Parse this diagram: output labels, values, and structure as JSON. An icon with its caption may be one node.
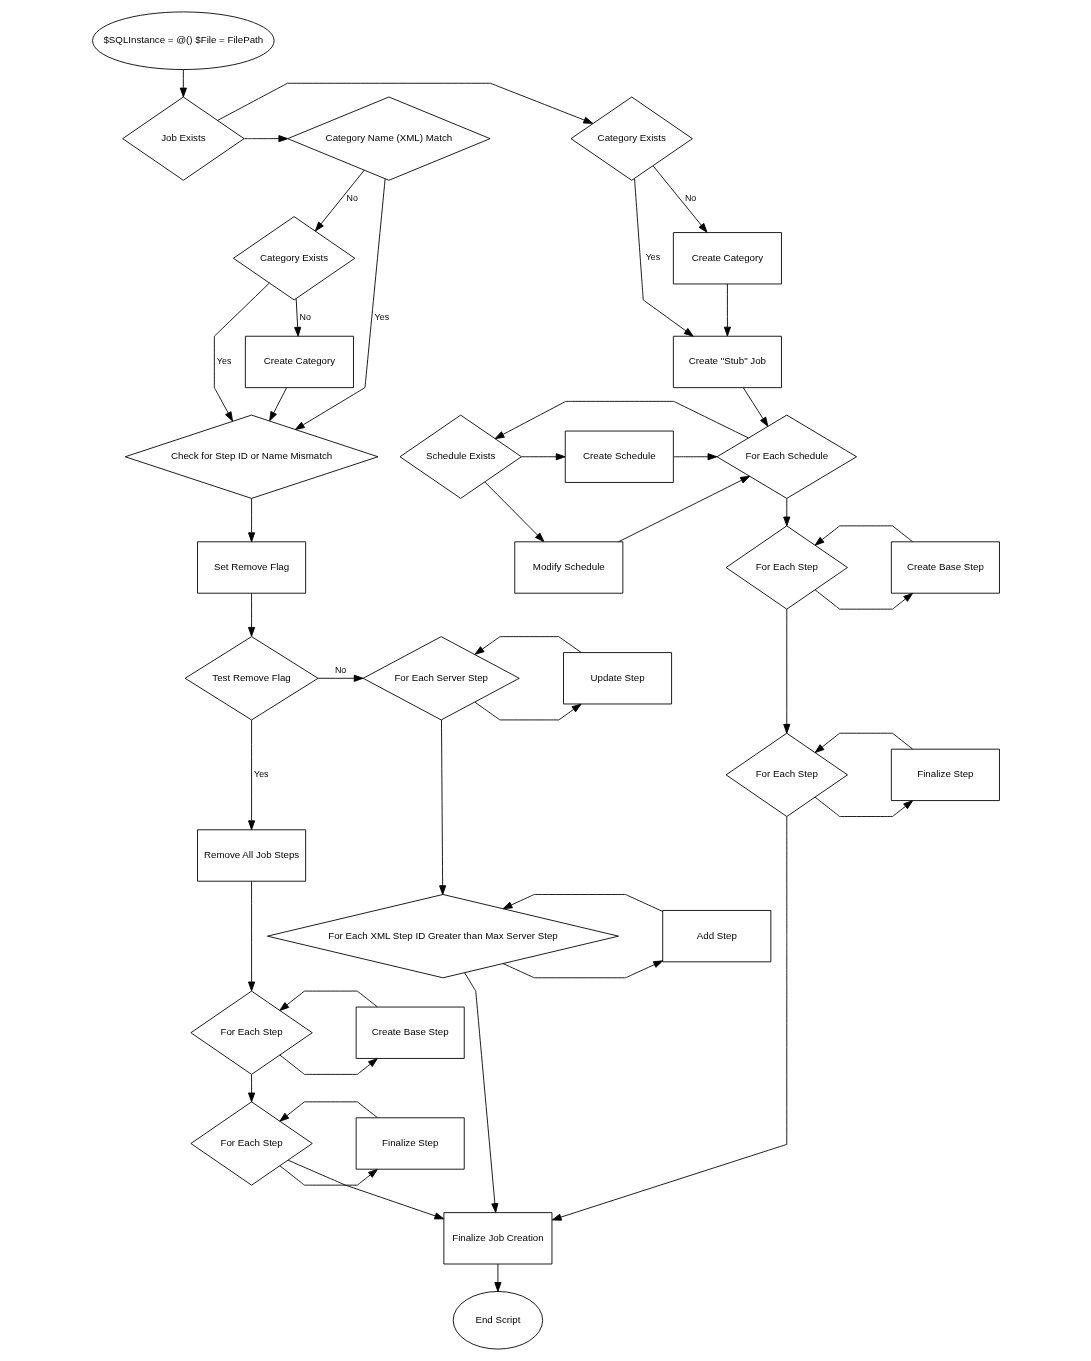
{
  "diagram": {
    "nodes": [
      {
        "text": [
          "$SQLInstance = @() $File = FilePath"
        ]
      },
      {
        "text": [
          "Job Exists"
        ]
      },
      {
        "text": [
          "Category Name (XML) Match"
        ]
      },
      {
        "text": [
          "Category Exists"
        ]
      },
      {
        "text": [
          "Create Category"
        ]
      },
      {
        "text": [
          "Category Exists"
        ]
      },
      {
        "text": [
          "Create Category"
        ]
      },
      {
        "text": [
          "Check for Step ID or Name Mismatch"
        ]
      },
      {
        "text": [
          "Create \"Stub\" Job"
        ]
      },
      {
        "text": [
          "Modify Schedule"
        ]
      },
      {
        "text": [
          "For Each Schedule"
        ]
      },
      {
        "text": [
          "Schedule Exists"
        ]
      },
      {
        "text": [
          "Create Schedule"
        ]
      },
      {
        "text": [
          "Set Remove Flag"
        ]
      },
      {
        "text": [
          "Update Step"
        ]
      },
      {
        "text": [
          "For Each Server Step"
        ]
      },
      {
        "text": [
          "Test Remove Flag"
        ]
      },
      {
        "text": [
          "For Each Step"
        ]
      },
      {
        "text": [
          "Create Base Step"
        ]
      },
      {
        "text": [
          "Add Step"
        ]
      },
      {
        "text": [
          "For Each XML Step ID Greater than Max Server Step"
        ]
      },
      {
        "text": [
          "Remove All Job Steps"
        ]
      },
      {
        "text": [
          "For Each Step"
        ]
      },
      {
        "text": [
          "Finalize Step"
        ]
      },
      {
        "text": [
          "Create Base Step"
        ]
      },
      {
        "text": [
          "For Each Step"
        ]
      },
      {
        "text": [
          "Finalize Step"
        ]
      },
      {
        "text": [
          "For Each Step"
        ]
      },
      {
        "text": [
          "Finalize Job Creation"
        ]
      },
      {
        "text": [
          "End Script"
        ]
      }
    ],
    "edges": [
      {
        "from": 0,
        "to": 1,
        "arrow": "to"
      },
      {
        "from": 1,
        "to": 2,
        "arrow": "to"
      },
      {
        "from": 1,
        "to": 3,
        "arrow": "to"
      },
      {
        "from": 2,
        "to": 5,
        "arrow": "to",
        "label": "No"
      },
      {
        "from": 2,
        "to": 7,
        "arrow": "to",
        "label": "Yes"
      },
      {
        "from": 5,
        "to": 6,
        "arrow": "to",
        "label": "No"
      },
      {
        "from": 5,
        "to": 7,
        "arrow": "to",
        "label": "Yes"
      },
      {
        "from": 6,
        "to": 7,
        "arrow": "to"
      },
      {
        "from": 3,
        "to": 4,
        "arrow": "to",
        "label": "No"
      },
      {
        "from": 3,
        "to": 8,
        "arrow": "to",
        "label": "Yes"
      },
      {
        "from": 4,
        "to": 8,
        "arrow": "to"
      },
      {
        "from": 8,
        "to": 10,
        "arrow": "to"
      },
      {
        "from": 10,
        "to": 11,
        "arrow": "to"
      },
      {
        "from": 11,
        "to": 9,
        "arrow": "to"
      },
      {
        "from": 11,
        "to": 12,
        "arrow": "to"
      },
      {
        "from": 9,
        "to": 10,
        "arrow": "to"
      },
      {
        "from": 12,
        "to": 10,
        "arrow": "to"
      },
      {
        "from": 10,
        "to": 17,
        "arrow": "to"
      },
      {
        "from": 17,
        "to": 18,
        "arrow": "to"
      },
      {
        "from": 18,
        "to": 17,
        "arrow": "to"
      },
      {
        "from": 17,
        "to": 22,
        "arrow": "to"
      },
      {
        "from": 22,
        "to": 23,
        "arrow": "to"
      },
      {
        "from": 23,
        "to": 22,
        "arrow": "to"
      },
      {
        "from": 22,
        "to": 28,
        "arrow": "to"
      },
      {
        "from": 7,
        "to": 13,
        "arrow": "to"
      },
      {
        "from": 13,
        "to": 16,
        "arrow": "to"
      },
      {
        "from": 16,
        "to": 15,
        "arrow": "to",
        "label": "No"
      },
      {
        "from": 16,
        "to": 21,
        "arrow": "to",
        "label": "Yes"
      },
      {
        "from": 15,
        "to": 14,
        "arrow": "to"
      },
      {
        "from": 14,
        "to": 15,
        "arrow": "to"
      },
      {
        "from": 15,
        "to": 20,
        "arrow": "to"
      },
      {
        "from": 20,
        "to": 19,
        "arrow": "to"
      },
      {
        "from": 19,
        "to": 20,
        "arrow": "to"
      },
      {
        "from": 20,
        "to": 28,
        "arrow": "to"
      },
      {
        "from": 21,
        "to": 25,
        "arrow": "to"
      },
      {
        "from": 25,
        "to": 24,
        "arrow": "to"
      },
      {
        "from": 24,
        "to": 25,
        "arrow": "to"
      },
      {
        "from": 25,
        "to": 27,
        "arrow": "to"
      },
      {
        "from": 27,
        "to": 26,
        "arrow": "to"
      },
      {
        "from": 26,
        "to": 27,
        "arrow": "to"
      },
      {
        "from": 27,
        "to": 28,
        "arrow": "to"
      },
      {
        "from": 28,
        "to": 29,
        "arrow": "to"
      }
    ]
  }
}
